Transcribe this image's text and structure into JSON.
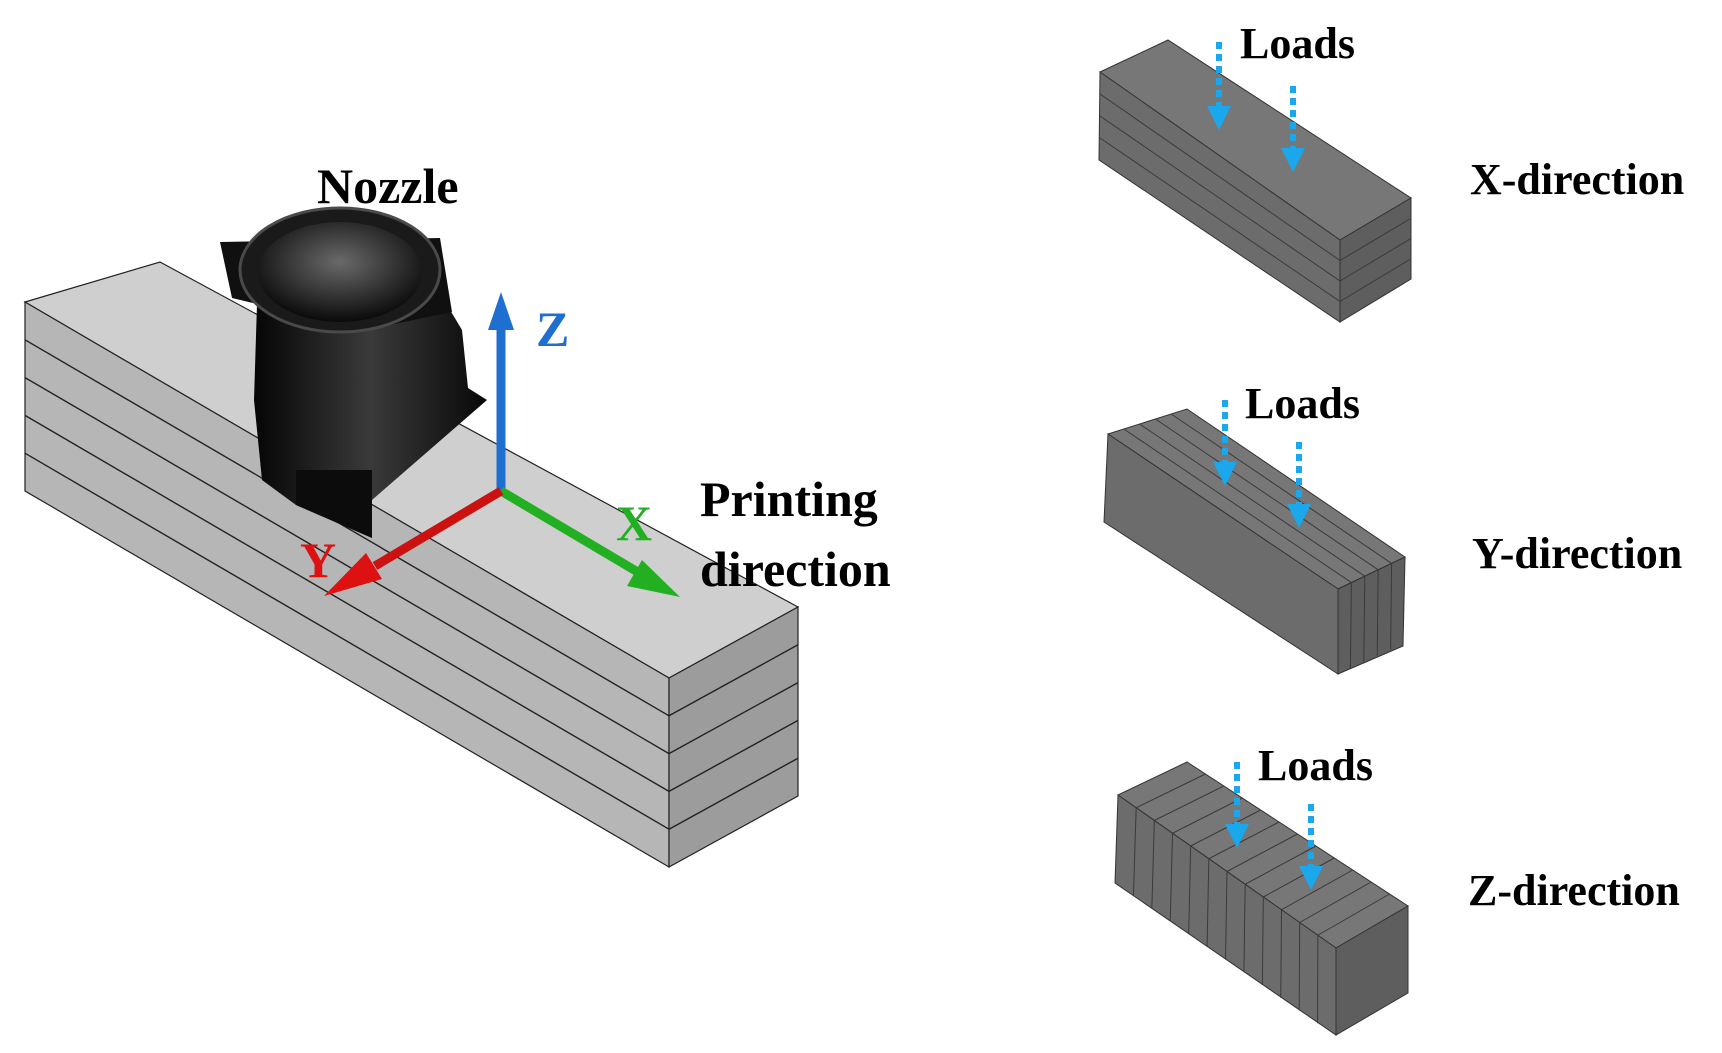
{
  "left_panel": {
    "nozzle_label": "Nozzle",
    "printing_direction_line1": "Printing",
    "printing_direction_line2": "direction",
    "axes": {
      "z": {
        "label": "Z",
        "color": "#1f6fd0"
      },
      "x": {
        "label": "X",
        "color": "#22b022"
      },
      "y": {
        "label": "Y",
        "color": "#dd1111"
      }
    },
    "layer_count": 5
  },
  "right_panel": {
    "specimens": [
      {
        "loads_label": "Loads",
        "direction_label": "X-direction",
        "slicing": "horizontal-layers"
      },
      {
        "loads_label": "Loads",
        "direction_label": "Y-direction",
        "slicing": "vertical-longitudinal"
      },
      {
        "loads_label": "Loads",
        "direction_label": "Z-direction",
        "slicing": "vertical-transverse"
      }
    ],
    "load_arrow_color": "#1aa7ec"
  },
  "colors": {
    "block_top": "#cfcfcf",
    "block_left": "#b4b4b4",
    "block_right": "#9a9a9a",
    "specimen_top": "#777777",
    "specimen_left": "#6c6c6c",
    "specimen_right": "#5e5e5e",
    "nozzle": "#151515"
  }
}
